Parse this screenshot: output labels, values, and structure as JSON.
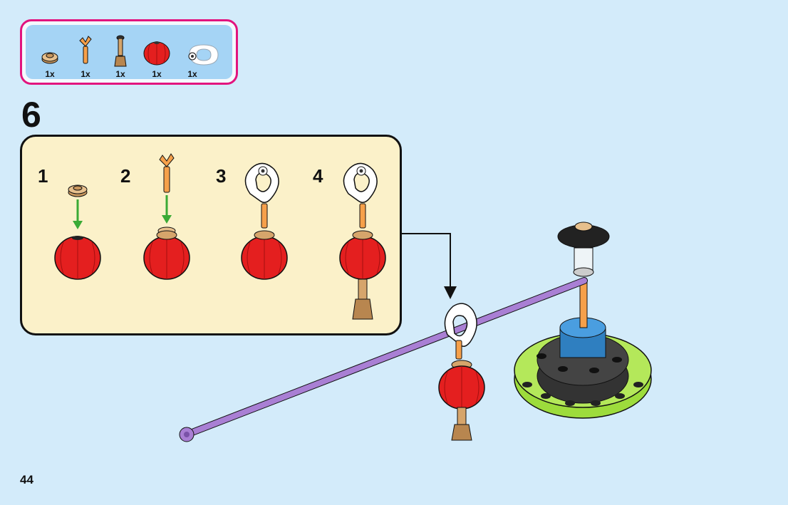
{
  "parts": [
    {
      "name": "round-plate-tan",
      "qty": "1x"
    },
    {
      "name": "bar-clip-orange",
      "qty": "1x"
    },
    {
      "name": "tassel-tan",
      "qty": "1x"
    },
    {
      "name": "lantern-red",
      "qty": "1x"
    },
    {
      "name": "clip-ring-transparent",
      "qty": "1x"
    }
  ],
  "step": {
    "number": "6"
  },
  "substeps": [
    "1",
    "2",
    "3",
    "4"
  ],
  "page": {
    "number": "44"
  },
  "colors": {
    "background": "#d3ebfa",
    "parts_border": "#e2147e",
    "substep_panel": "#fbf1c9",
    "lantern": "#e41f1f",
    "arrow": "#3aaa35",
    "pole": "#a97fd4",
    "base": "#9ddc3c"
  }
}
